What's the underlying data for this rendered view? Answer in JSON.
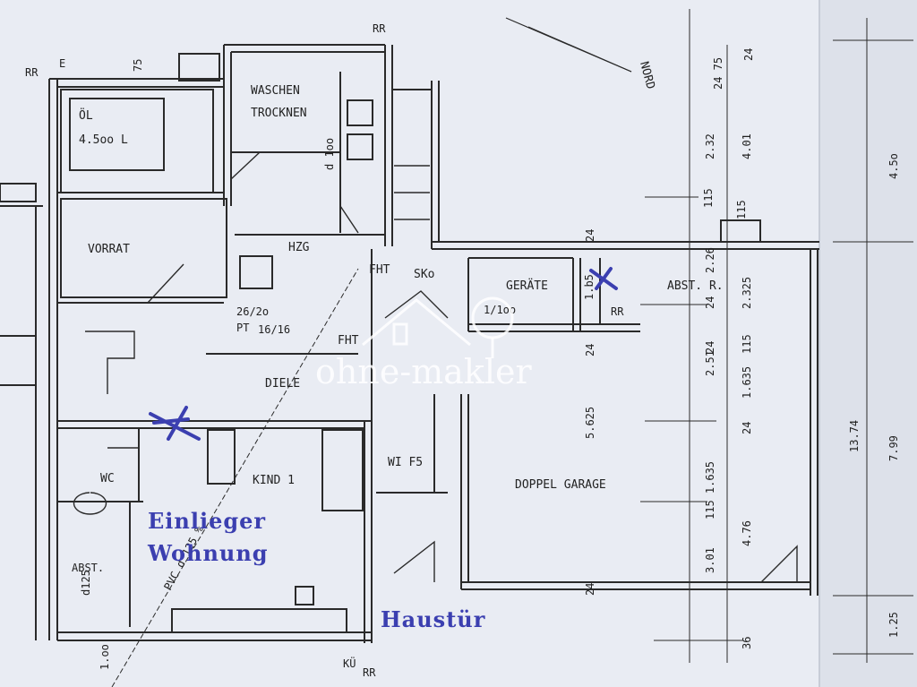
{
  "rooms": {
    "oil": [
      "ÖL",
      "4.5oo L"
    ],
    "washing": [
      "WASCHEN",
      "TROCKNEN"
    ],
    "pipe_label": "d 1oo",
    "storage": "VORRAT",
    "heating": "HZG",
    "fht1": "FHT",
    "sko": "SKo",
    "tools": "GERÄTE",
    "tools_dim": "1/1oo",
    "tools_dim2": "1.b5",
    "abst_r": "ABST. R.",
    "fht2": "FHT",
    "pt1": "26/2o",
    "pt2": "PT",
    "pt3": "16/16",
    "hall": "DIELE",
    "wc": "WC",
    "child": "KIND 1",
    "wifs": "WI F5",
    "garage": "DOPPEL GARAGE",
    "abst": "ABST.",
    "abst_pipe": "d125",
    "pvc": "PVC d 125 %",
    "kue": "KÜ",
    "rr": "RR",
    "e": "E",
    "nord": "NORD",
    "d100b": "1.oo"
  },
  "annotations": {
    "line1": "Einlieger",
    "line2": "Wohnung",
    "door": "Haustür"
  },
  "dimensions": {
    "d75": "75",
    "d24_75": "24 75",
    "d24a": "24",
    "d232": "2.32",
    "d401": "4.01",
    "d450": "4.5o",
    "d115a": "115",
    "d115b": "115",
    "d24b": "24",
    "d226": "2.26",
    "d2325": "2.325",
    "d24c": "24",
    "d24d": "24",
    "d24e": "24",
    "d251": "2.51",
    "d1635a": "1.635",
    "d115c": "115",
    "d5625": "5.625",
    "d24f": "24",
    "d1374": "13.74",
    "d799": "7.99",
    "d115_1635": "115 1.635",
    "d301": "3.01",
    "d476": "4.76",
    "d24g": "24",
    "d125": "1.25",
    "d36": "36"
  },
  "watermark": "ohne-makler",
  "colors": {
    "paper": "#e9ecf3",
    "ink": "#222222",
    "accent": "#3b3fb0"
  }
}
